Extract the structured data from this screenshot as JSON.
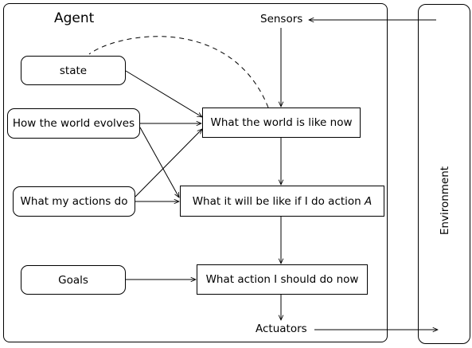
{
  "diagram": {
    "agent_title": "Agent",
    "environment_label": "Environment",
    "sensors_label": "Sensors",
    "actuators_label": "Actuators",
    "inputs": {
      "state": "state",
      "world_evolves": "How the world evolves",
      "actions_do": "What my actions do",
      "goals": "Goals"
    },
    "process": {
      "world_now": "What the world is like now",
      "if_action_prefix": "What it will be like if I do action ",
      "if_action_var": "A",
      "action_now": "What action I should do now"
    },
    "colors": {
      "stroke": "#000000",
      "background": "#ffffff"
    }
  }
}
